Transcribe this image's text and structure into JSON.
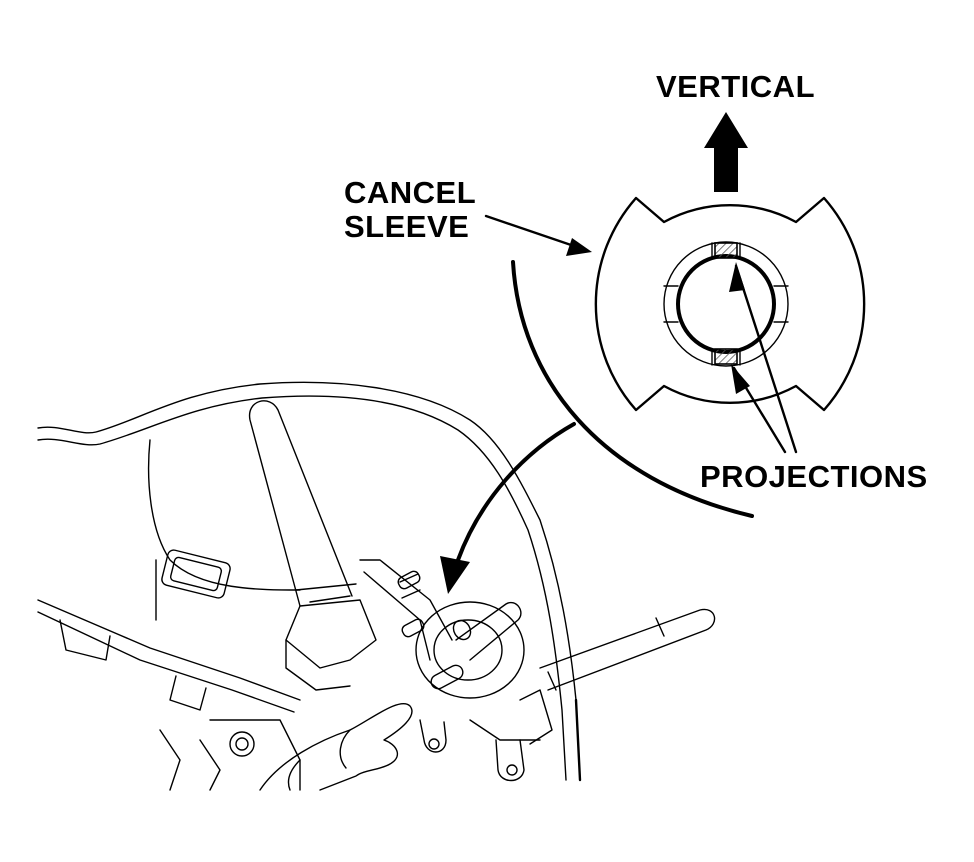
{
  "labels": {
    "vertical": "VERTICAL",
    "cancel_sleeve_line1": "CANCEL",
    "cancel_sleeve_line2": "SLEEVE",
    "projections": "PROJECTIONS"
  },
  "colors": {
    "ink": "#000000",
    "background": "#ffffff",
    "hatch": "#555555"
  }
}
